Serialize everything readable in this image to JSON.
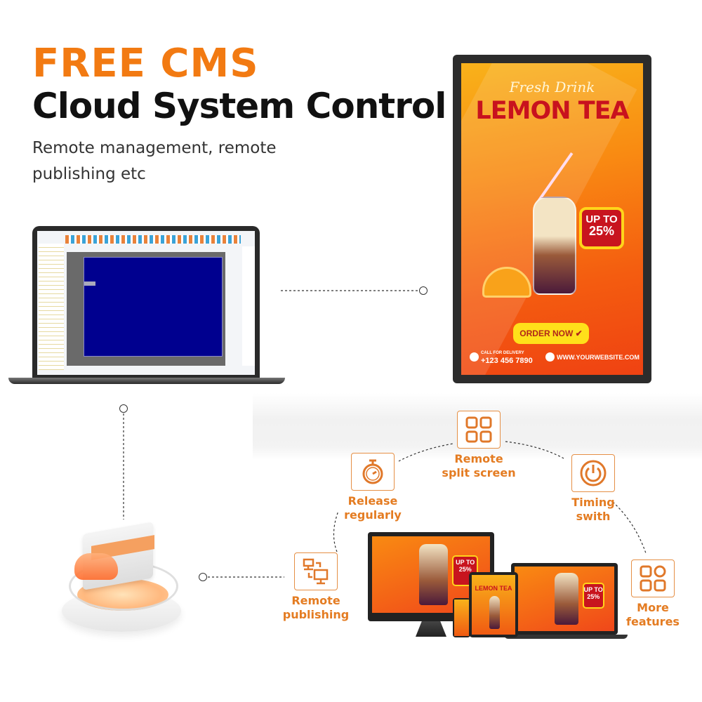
{
  "header": {
    "title_line1": "FREE CMS",
    "title_line2": "Cloud System Control",
    "subtitle": "Remote management, remote publishing etc"
  },
  "colors": {
    "accent": "#f27a12",
    "feature_text": "#e47c22",
    "dark": "#111111"
  },
  "signage_poster": {
    "script_title": "Fresh Drink",
    "title": "LEMON TEA",
    "badge_line1": "UP TO",
    "badge_line2": "25%",
    "button": "ORDER NOW",
    "call_label": "CALL FOR DELIVERY",
    "phone": "+123 456 7890",
    "website": "WWW.YOURWEBSITE.COM"
  },
  "features": [
    {
      "label1": "Remote",
      "label2": "split screen",
      "icon": "grid-icon"
    },
    {
      "label1": "Release",
      "label2": "regularly",
      "icon": "stopwatch-icon"
    },
    {
      "label1": "Timing",
      "label2": "swith",
      "icon": "power-icon"
    },
    {
      "label1": "Remote",
      "label2": "publishing",
      "icon": "network-computers-icon"
    },
    {
      "label1": "More",
      "label2": "features",
      "icon": "apps-icon"
    }
  ],
  "devices_poster": {
    "badge1": "UP TO",
    "badge2": "25%",
    "title": "LEMON TEA"
  }
}
